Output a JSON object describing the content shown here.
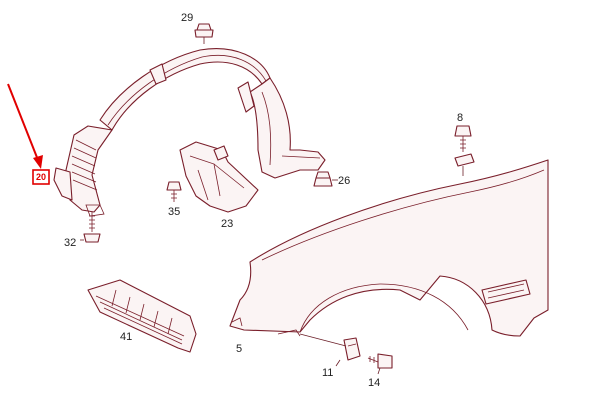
{
  "diagram": {
    "highlight": {
      "label": "20",
      "color": "#e10000"
    },
    "line_color": "#7a1f2b",
    "callouts": {
      "fastener_29": "29",
      "bolt_8": "8",
      "clip_26": "26",
      "screw_35": "35",
      "bracket_23": "23",
      "screw_32": "32",
      "grille_41": "41",
      "fender_5": "5",
      "clip_11": "11",
      "screw_14": "14"
    }
  }
}
